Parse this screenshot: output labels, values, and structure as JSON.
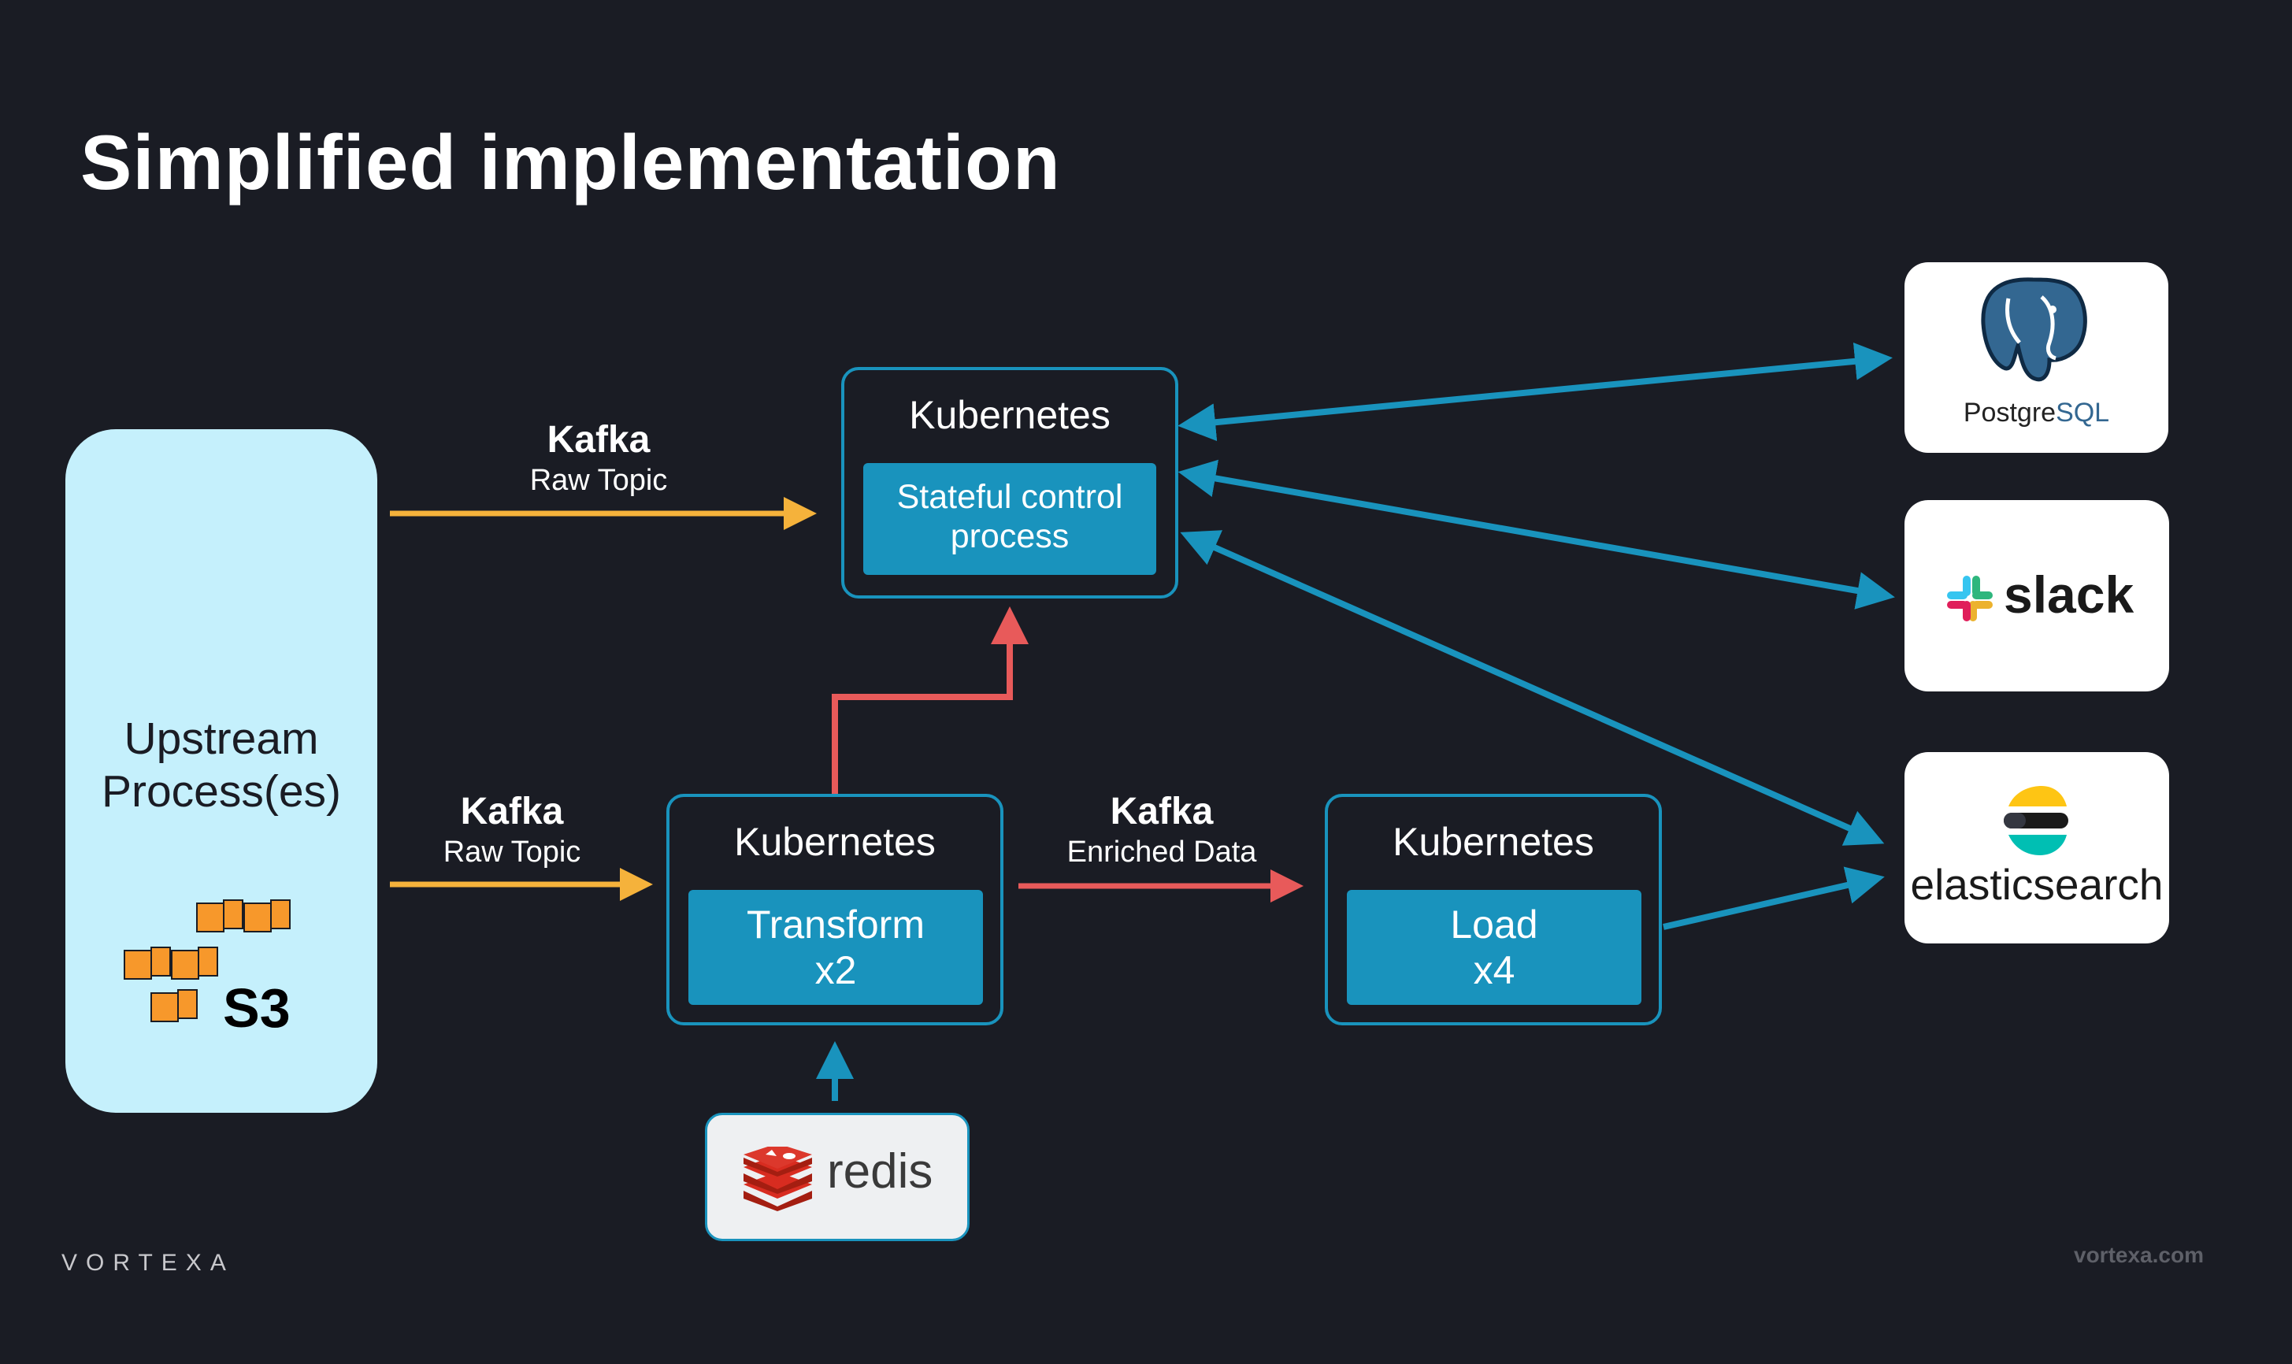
{
  "title": "Simplified implementation",
  "upstream": {
    "line1": "Upstream",
    "line2": "Process(es)",
    "s3_label": "S3"
  },
  "kafka_top": {
    "name": "Kafka",
    "sub": "Raw Topic"
  },
  "kafka_mid": {
    "name": "Kafka",
    "sub": "Raw Topic"
  },
  "kafka_enriched": {
    "name": "Kafka",
    "sub": "Enriched Data"
  },
  "k8s_control": {
    "title": "Kubernetes",
    "line1": "Stateful control",
    "line2": "process"
  },
  "k8s_transform": {
    "title": "Kubernetes",
    "line1": "Transform",
    "line2": "x2"
  },
  "k8s_load": {
    "title": "Kubernetes",
    "line1": "Load",
    "line2": "x4"
  },
  "postgres": {
    "label_a": "Postgre",
    "label_b": "SQL"
  },
  "slack": {
    "label": "slack"
  },
  "elasticsearch": {
    "label": "elasticsearch"
  },
  "redis": {
    "label": "redis"
  },
  "footer": {
    "brand": "VORTEXA",
    "url": "vortexa.com"
  },
  "colors": {
    "background": "#1a1c24",
    "kafka_arrow": "#f5b23b",
    "red_arrow": "#e85a5a",
    "blue": "#1993bd",
    "upstream_fill": "#c5f0fc",
    "aws_orange": "#f7982b"
  }
}
